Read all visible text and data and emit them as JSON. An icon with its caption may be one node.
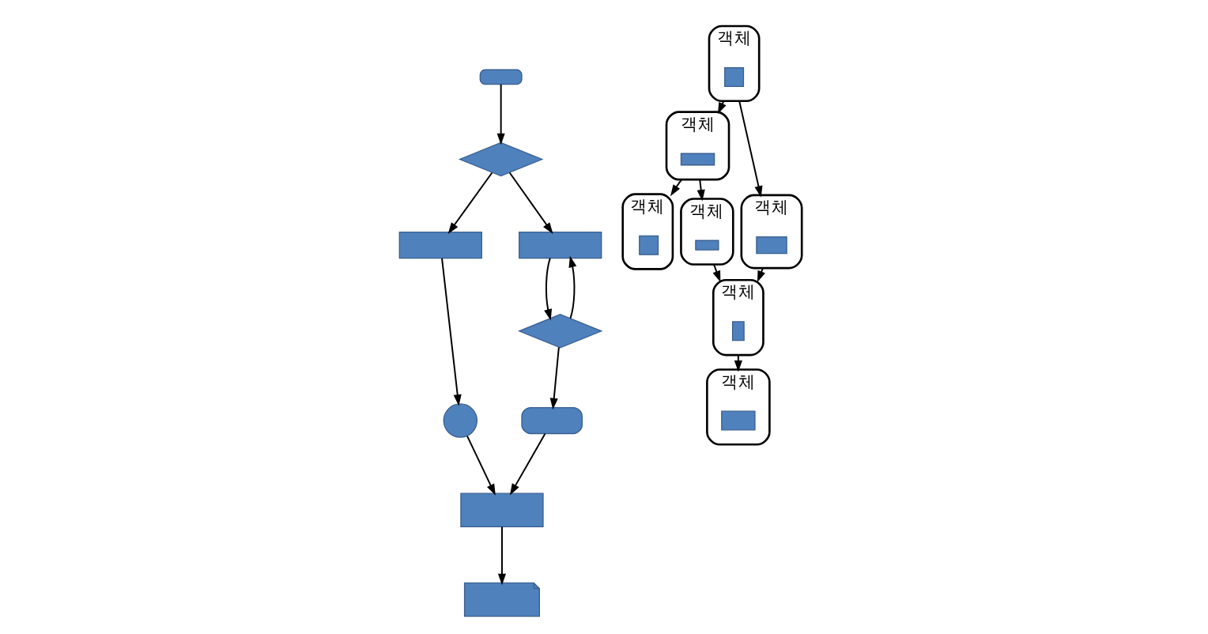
{
  "diagram": {
    "nodes": [
      {
        "text": [],
        "shape": "box"
      },
      {
        "text": [],
        "shape": "diamond"
      },
      {
        "text": [],
        "shape": "box"
      },
      {
        "text": [],
        "shape": "box"
      },
      {
        "text": [],
        "shape": "diamond"
      },
      {
        "text": [],
        "shape": "circle"
      },
      {
        "text": [],
        "shape": "box"
      },
      {
        "text": [],
        "shape": "box"
      },
      {
        "text": [],
        "shape": "document"
      },
      {
        "text": [
          "객체"
        ]
      },
      {
        "text": [],
        "shape": "box",
        "in": 9
      },
      {
        "text": [
          "객체"
        ]
      },
      {
        "text": [],
        "shape": "box",
        "in": 11
      },
      {
        "text": [
          "객체"
        ]
      },
      {
        "text": [],
        "shape": "box",
        "in": 13
      },
      {
        "text": [
          "객체"
        ]
      },
      {
        "text": [],
        "shape": "box",
        "in": 15
      },
      {
        "text": [
          "객체"
        ]
      },
      {
        "text": [],
        "shape": "box",
        "in": 17
      },
      {
        "text": [
          "객체"
        ]
      },
      {
        "text": [],
        "shape": "box",
        "in": 19
      },
      {
        "text": [
          "객체"
        ]
      },
      {
        "text": [],
        "shape": "box",
        "in": 21
      }
    ],
    "edges": [
      {
        "from": 0,
        "to": 1,
        "arrow": "to"
      },
      {
        "from": 1,
        "to": 2,
        "arrow": "to"
      },
      {
        "from": 1,
        "to": 3,
        "arrow": "to"
      },
      {
        "from": 3,
        "to": 4,
        "arrow": "to"
      },
      {
        "from": 4,
        "to": 3,
        "arrow": "to"
      },
      {
        "from": 4,
        "to": 6,
        "arrow": "to"
      },
      {
        "from": 2,
        "to": 5,
        "arrow": "to"
      },
      {
        "from": 5,
        "to": 7,
        "arrow": "to"
      },
      {
        "from": 6,
        "to": 7,
        "arrow": "to"
      },
      {
        "from": 7,
        "to": 8,
        "arrow": "to"
      },
      {
        "from": 13,
        "to": 9,
        "arrow": "to"
      },
      {
        "from": 13,
        "to": 17,
        "arrow": "to"
      },
      {
        "from": 9,
        "to": 11,
        "arrow": "to"
      },
      {
        "from": 9,
        "to": 15,
        "arrow": "to"
      },
      {
        "from": 15,
        "to": 21,
        "arrow": "to"
      },
      {
        "from": 17,
        "to": 21,
        "arrow": "to"
      },
      {
        "from": 21,
        "to": 19,
        "arrow": "to"
      }
    ]
  }
}
